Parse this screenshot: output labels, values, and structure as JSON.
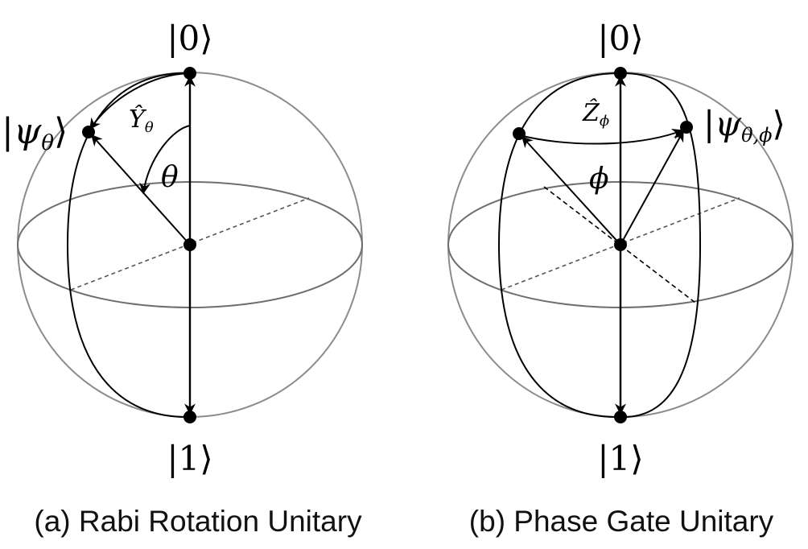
{
  "panel_a": {
    "caption": "(a) Rabi Rotation Unitary",
    "ket_zero": "|0⟩",
    "ket_one": "|1⟩",
    "psi_label": "|ψ",
    "psi_subscript": "θ",
    "ket_close": "⟩",
    "operator": "Ŷ",
    "operator_subscript": "θ",
    "angle": "θ"
  },
  "panel_b": {
    "caption": "(b) Phase Gate Unitary",
    "ket_zero": "|0⟩",
    "ket_one": "|1⟩",
    "psi_label": "|ψ",
    "psi_subscript": "θ,ϕ",
    "ket_close": "⟩",
    "operator": "Ẑ",
    "operator_subscript": "ϕ",
    "angle": "ϕ"
  },
  "colors": {
    "sphere_outline": "#8c8c8c",
    "equator": "#6e6e6e",
    "ink": "#000000"
  }
}
